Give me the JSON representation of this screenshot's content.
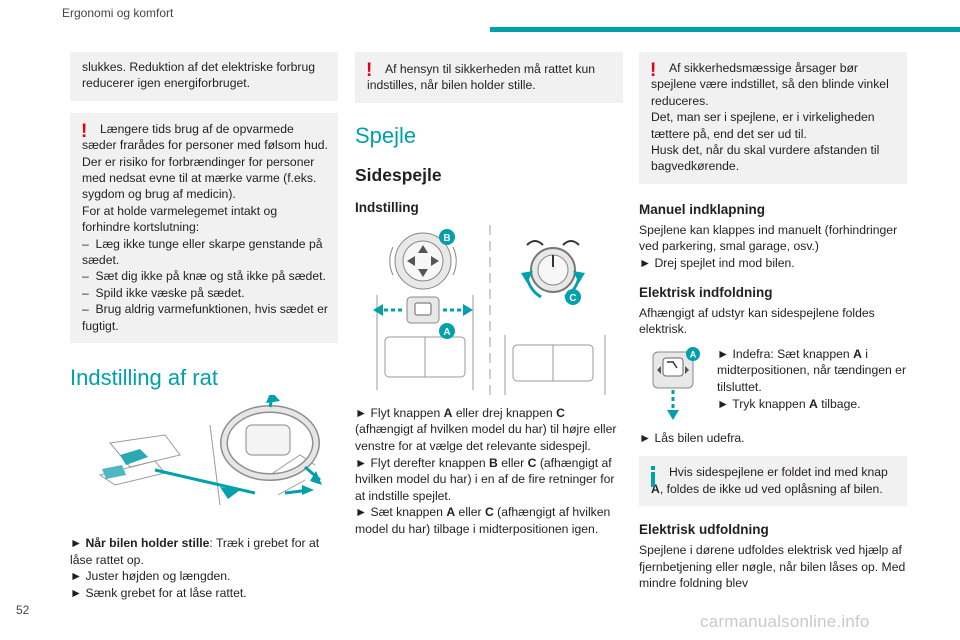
{
  "header": {
    "section_title": "Ergonomi og komfort"
  },
  "footer": {
    "page_number": "52",
    "watermark": "carmanualsonline.info"
  },
  "col1": {
    "box1": "slukkes. Reduktion af det elektriske forbrug reducerer igen energiforbruget.",
    "warn_box": {
      "first": "Længere tids brug af de opvarmede sæder frarådes for personer med følsom hud.",
      "rest": "Der er risiko for forbrændinger for personer med nedsat evne til at mærke varme (f.eks. sygdom og brug af medicin).\nFor at holde varmelegemet intakt og forhindre kortslutning:\n–  Læg ikke tunge eller skarpe genstande på sædet.\n–  Sæt dig ikke på knæ og stå ikke på sædet.\n–  Spild ikke væske på sædet.\n–  Brug aldrig varmefunktionen, hvis sædet er fugtigt."
    },
    "heading": "Indstilling af rat",
    "step1_bold": "► Når bilen holder stille",
    "step1_rest": ": Træk i grebet for at låse rattet op.",
    "step2": "► Juster højden og længden.",
    "step3": "► Sænk grebet for at låse rattet."
  },
  "col2": {
    "warn": "Af hensyn til sikkerheden må rattet kun indstilles, når bilen holder stille.",
    "heading": "Spejle",
    "subheading": "Sidespejle",
    "subsubheading": "Indstilling",
    "figure_labels": {
      "a": "A",
      "b": "B",
      "c": "C"
    },
    "s1_a": "► Flyt knappen ",
    "s1_b": "A",
    "s1_c": " eller drej knappen ",
    "s1_d": "C",
    "s1_e": " (afhængigt af hvilken model du har) til højre eller venstre for at vælge det relevante sidespejl.",
    "s2_a": "► Flyt derefter knappen ",
    "s2_b": "B",
    "s2_c": " eller ",
    "s2_d": "C",
    "s2_e": " (afhængigt af hvilken model du har) i en af de fire retninger for at indstille spejlet.",
    "s3_a": "► Sæt knappen ",
    "s3_b": "A",
    "s3_c": " eller ",
    "s3_d": "C",
    "s3_e": " (afhængigt af hvilken model du har) tilbage i midterpositionen igen."
  },
  "col3": {
    "warn": {
      "first": "Af sikkerhedsmæssige årsager bør spejlene være indstillet, så den blinde vinkel reduceres.",
      "rest": "Det, man ser i spejlene, er i virkeligheden tættere på, end det ser ud til.\nHusk det, når du skal vurdere afstanden til bagvedkørende."
    },
    "h_manual": "Manuel indklapning",
    "manual_text": "Spejlene kan klappes ind manuelt (forhindringer ved parkering, smal garage, osv.)",
    "manual_step": "► Drej spejlet ind mod bilen.",
    "h_electric_fold": "Elektrisk indfoldning",
    "electric_fold_text": "Afhængigt af udstyr kan sidespejlene foldes elektrisk.",
    "icon_label": "A",
    "fold_step1_a": "► Indefra: Sæt knappen ",
    "fold_step1_b": "A",
    "fold_step1_c": " i midterpositionen, når tændingen er tilsluttet.",
    "fold_step2_a": "► Tryk knappen ",
    "fold_step2_b": "A",
    "fold_step2_c": " tilbage.",
    "fold_step3": "► Lås bilen udefra.",
    "info_a": "Hvis sidespejlene er foldet ind med knap ",
    "info_b": "A",
    "info_c": ", foldes de ikke ud ved oplåsning af bilen.",
    "h_electric_unfold": "Elektrisk udfoldning",
    "unfold_text": "Spejlene i dørene udfoldes elektrisk ved hjælp af fjernbetjening eller nøgle, når bilen låses op. Med mindre foldning blev"
  },
  "colors": {
    "accent": "#00a0ad",
    "warning": "#e2001a",
    "box_bg": "#f1f1f1"
  }
}
